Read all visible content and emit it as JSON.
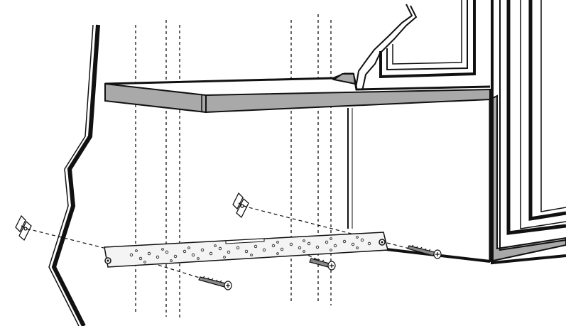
{
  "diagram": {
    "kind": "installation-illustration",
    "colors": {
      "background": "#ffffff",
      "line": "#111111",
      "shelf_fill": "#a9a9a9",
      "plate_fill": "#f4f4f4"
    },
    "components": {
      "wall_cabinet": "cabinet-with-bottom-shelf",
      "wall_edge": "broken-wall-edge",
      "stud_guides": 3,
      "mounting_plate": "perforated-mounting-plate",
      "toggle_bolts": 2,
      "wood_screws": 3
    }
  }
}
